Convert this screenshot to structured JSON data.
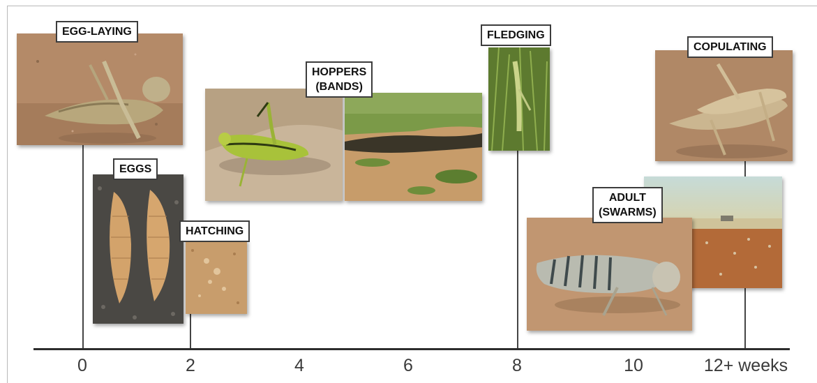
{
  "stages": {
    "egg_laying": "EGG-LAYING",
    "eggs": "EGGS",
    "hatching": "HATCHING",
    "hoppers_line1": "HOPPERS",
    "hoppers_line2": "(BANDS)",
    "fledging": "FLEDGING",
    "adult_line1": "ADULT",
    "adult_line2": "(SWARMS)",
    "copulating": "COPULATING"
  },
  "axis": {
    "ticks": [
      "0",
      "2",
      "4",
      "6",
      "8",
      "10",
      "12+ weeks"
    ]
  }
}
